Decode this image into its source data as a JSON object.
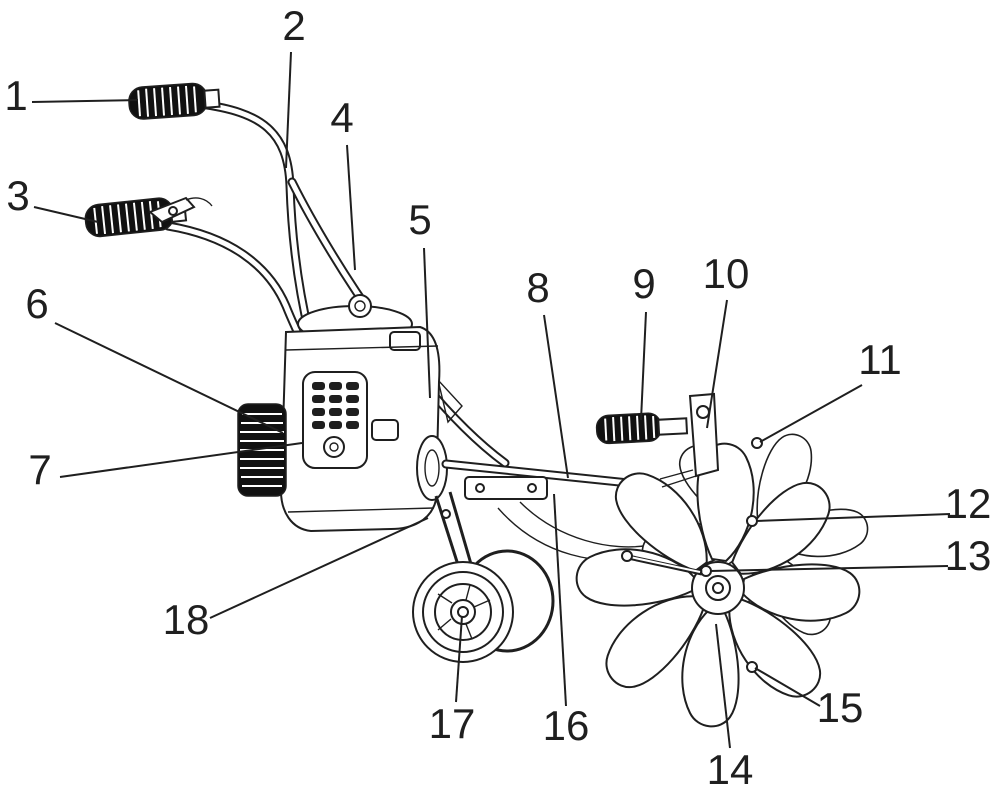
{
  "diagram": {
    "background": "#ffffff",
    "ink": "#1f1f1f",
    "labels": [
      "1",
      "2",
      "3",
      "4",
      "5",
      "6",
      "7",
      "8",
      "9",
      "10",
      "11",
      "12",
      "13",
      "14",
      "15",
      "16",
      "17",
      "18"
    ]
  }
}
